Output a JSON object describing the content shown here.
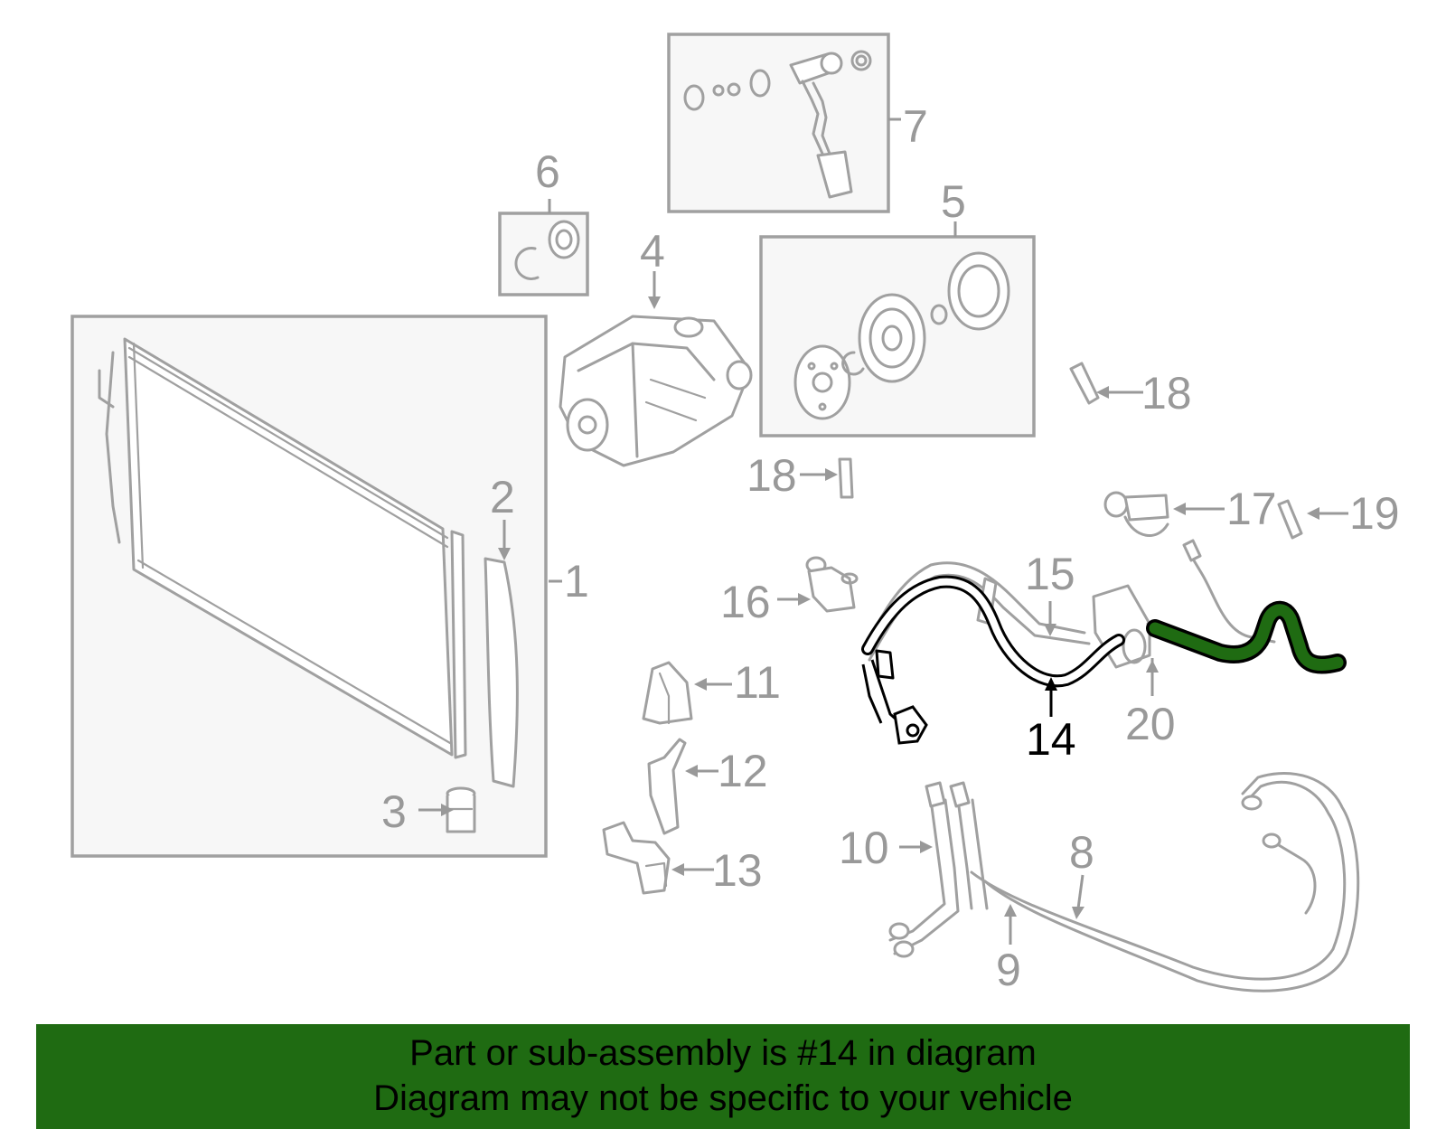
{
  "highlight": {
    "part": "14",
    "color": "#1f6b12"
  },
  "labels": {
    "p1": "1",
    "p2": "2",
    "p3": "3",
    "p4": "4",
    "p5": "5",
    "p6": "6",
    "p7": "7",
    "p8": "8",
    "p9": "9",
    "p10": "10",
    "p11": "11",
    "p12": "12",
    "p13": "13",
    "p14": "14",
    "p15": "15",
    "p16": "16",
    "p17": "17",
    "p18a": "18",
    "p18b": "18",
    "p19": "19",
    "p20": "20"
  },
  "banner": {
    "line1": "Part or sub-assembly is #14 in diagram",
    "line2": "Diagram may not be specific to your vehicle",
    "background": "#1f6b12"
  }
}
